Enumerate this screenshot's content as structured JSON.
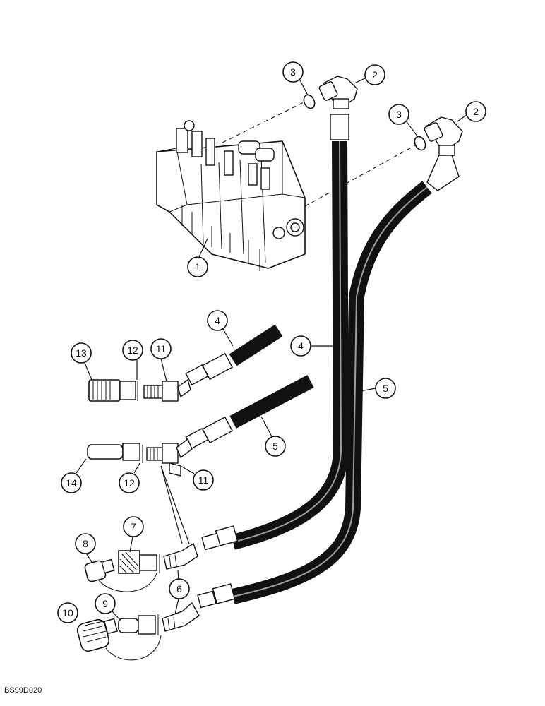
{
  "diagram": {
    "code": "BS99D020",
    "callouts": [
      {
        "id": "c1",
        "label": "1"
      },
      {
        "id": "c2a",
        "label": "2"
      },
      {
        "id": "c2b",
        "label": "2"
      },
      {
        "id": "c3a",
        "label": "3"
      },
      {
        "id": "c3b",
        "label": "3"
      },
      {
        "id": "c4a",
        "label": "4"
      },
      {
        "id": "c4b",
        "label": "4"
      },
      {
        "id": "c5a",
        "label": "5"
      },
      {
        "id": "c5b",
        "label": "5"
      },
      {
        "id": "c6",
        "label": "6"
      },
      {
        "id": "c7",
        "label": "7"
      },
      {
        "id": "c8",
        "label": "8"
      },
      {
        "id": "c9",
        "label": "9"
      },
      {
        "id": "c10",
        "label": "10"
      },
      {
        "id": "c11a",
        "label": "11"
      },
      {
        "id": "c11b",
        "label": "11"
      },
      {
        "id": "c12a",
        "label": "12"
      },
      {
        "id": "c12b",
        "label": "12"
      },
      {
        "id": "c13",
        "label": "13"
      },
      {
        "id": "c14",
        "label": "14"
      }
    ]
  }
}
